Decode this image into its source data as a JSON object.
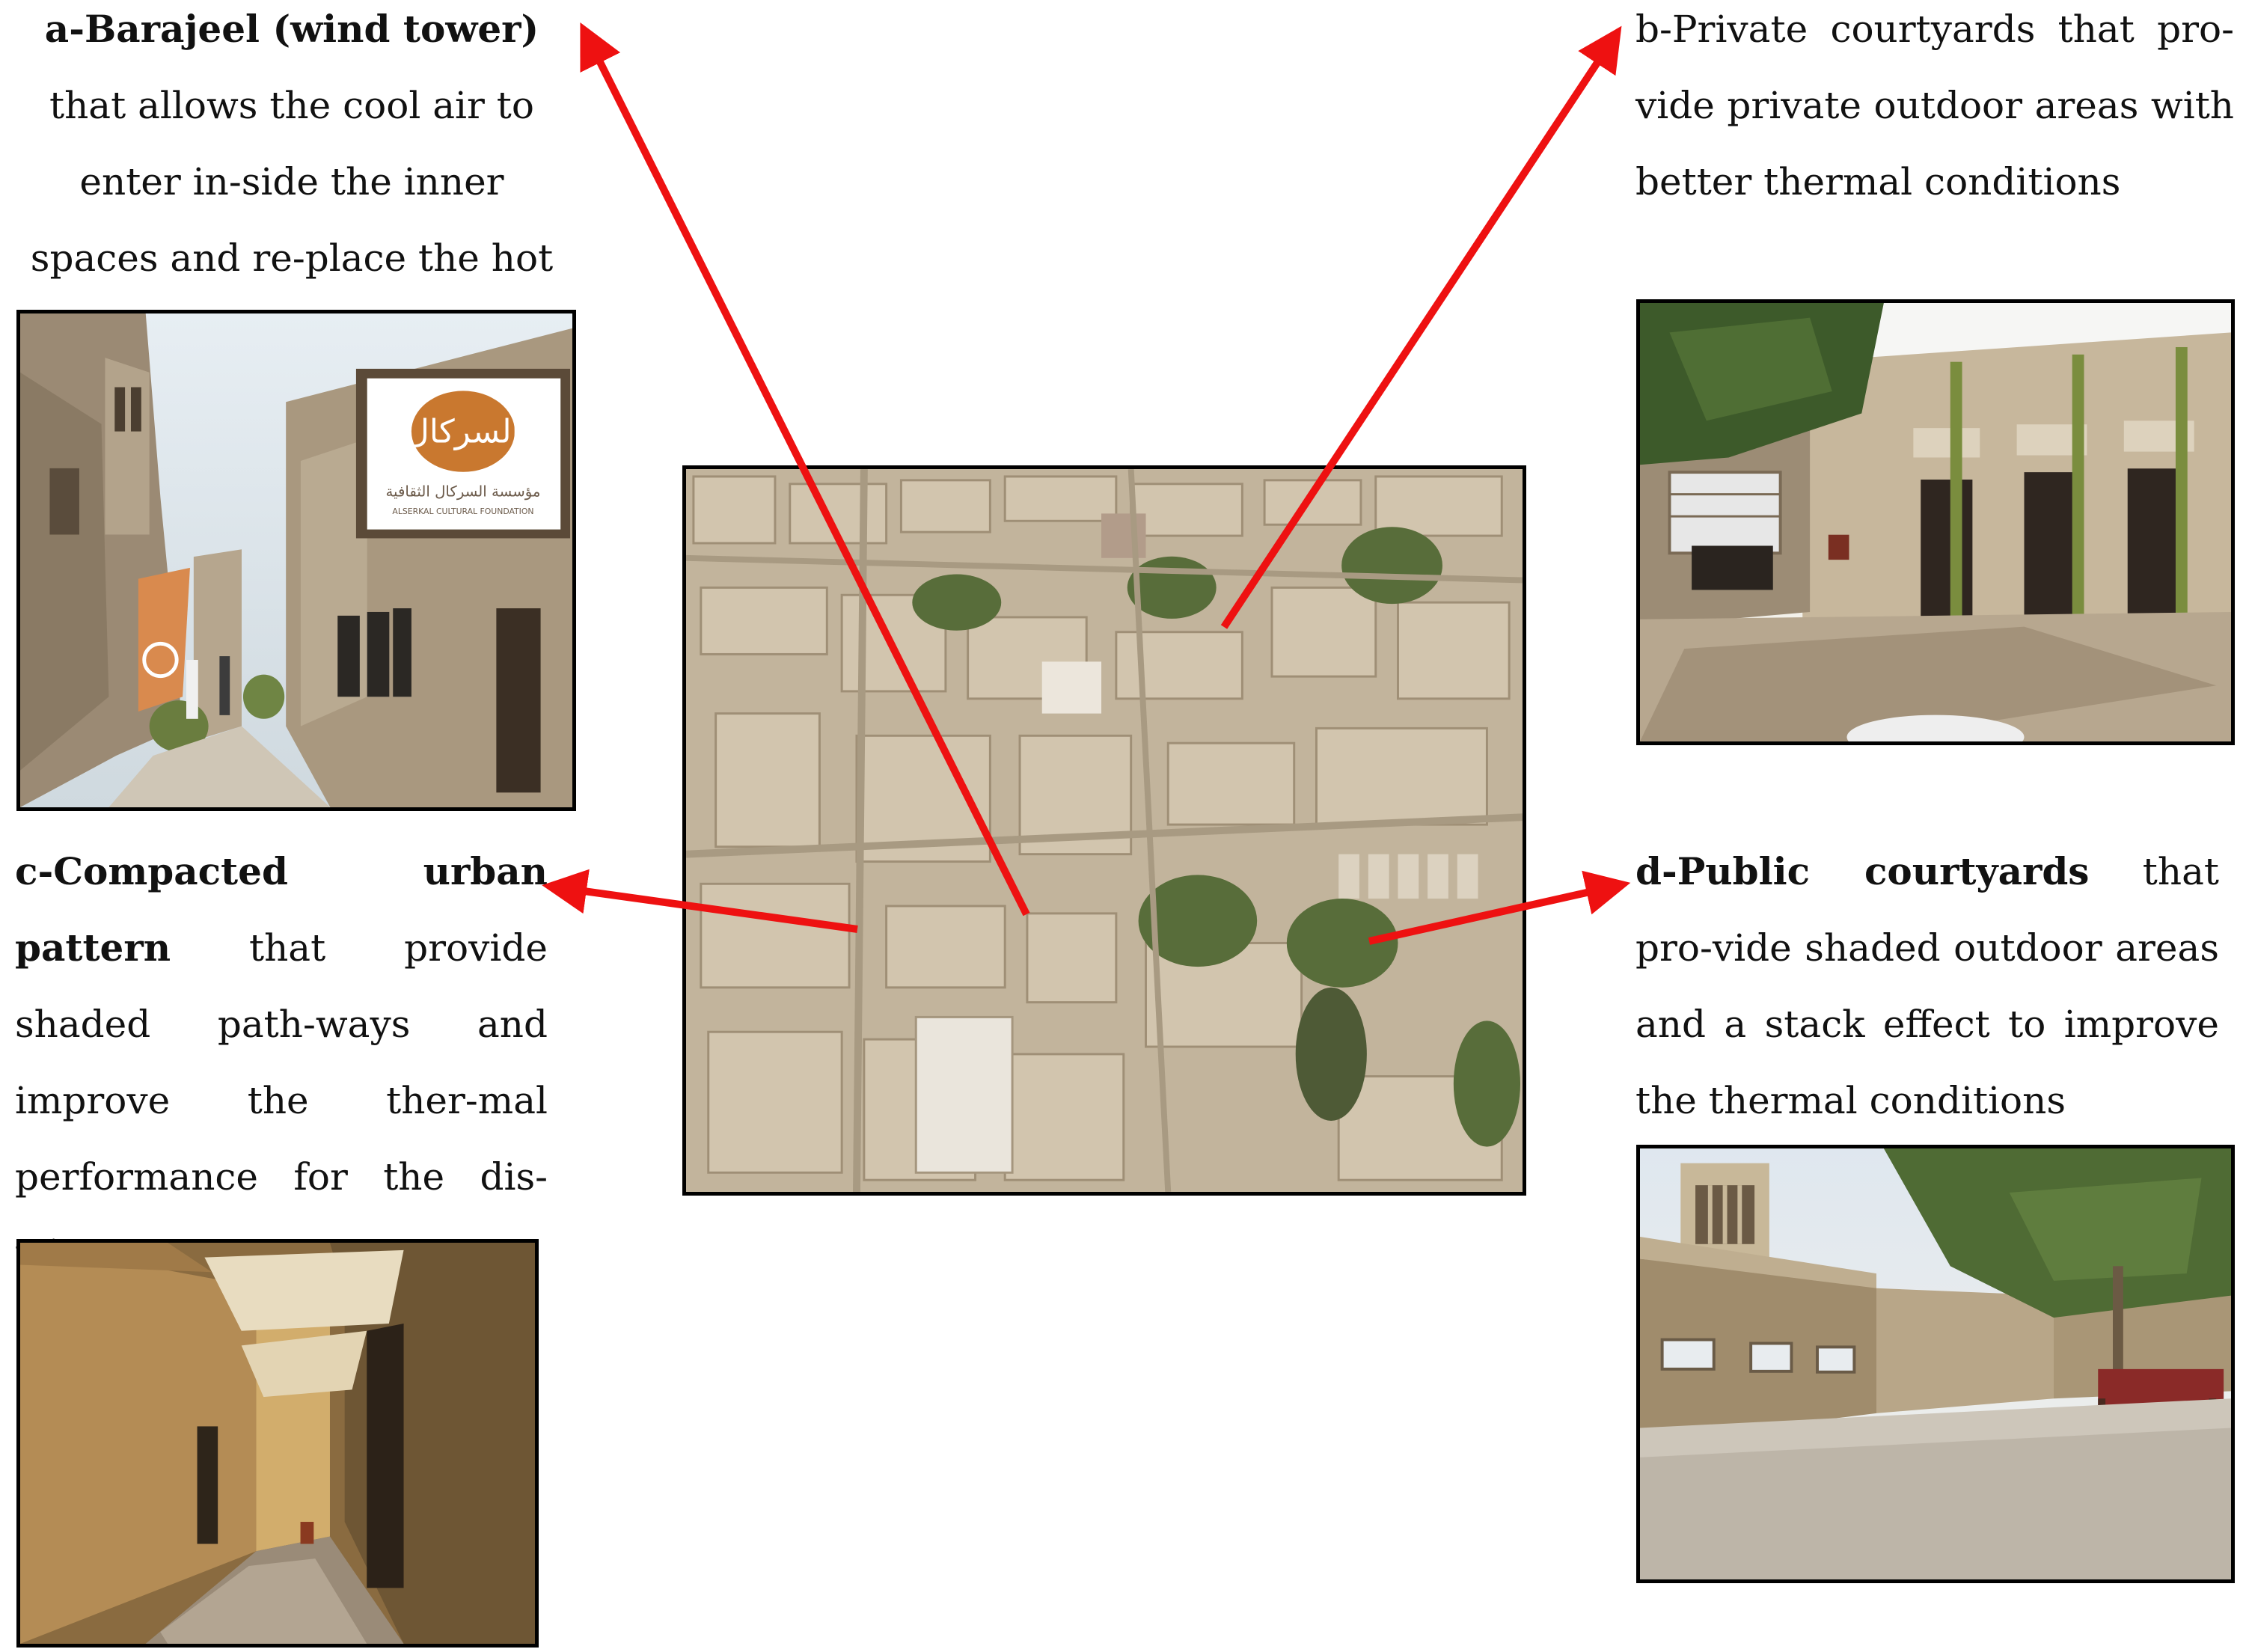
{
  "captions": {
    "a": {
      "bold": "a-Barajeel (wind tower)",
      "rest": " that allows the cool air to enter in-side the inner spaces and re-place the hot air"
    },
    "b": {
      "bold": "",
      "rest": "b-Private courtyards that pro-vide private outdoor areas with better thermal conditions"
    },
    "c": {
      "bold": "c-Compacted urban pattern",
      "rest": " that provide shaded path-ways and improve the ther-mal performance for the dis-trict"
    },
    "d": {
      "bold": "d-Public courtyards",
      "rest": " that pro-vide shaded outdoor areas and a stack effect to improve the thermal conditions"
    }
  },
  "photo_text": {
    "sign_arabic": "السركال",
    "sign_line1": "مؤسسة السركال الثقافية",
    "sign_line2": "ALSERKAL CULTURAL FOUNDATION"
  },
  "colors": {
    "arrow": "#ee1111",
    "frame": "#000000",
    "sand": "#c9bca4"
  }
}
